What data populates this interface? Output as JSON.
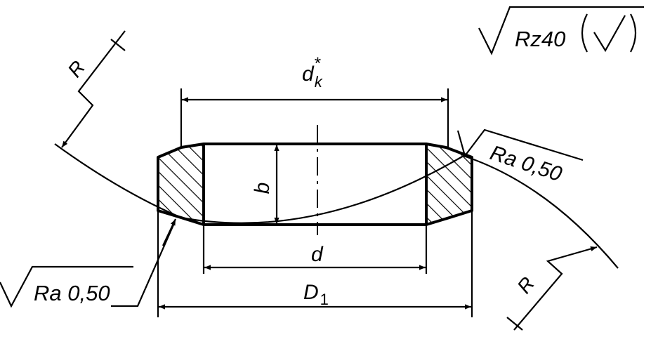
{
  "labels": {
    "dk_base": "d",
    "dk_sub": "k",
    "dk_star": "*",
    "b": "b",
    "d": "d",
    "D1_base": "D",
    "D1_sub": "1",
    "R_top": "R",
    "R_bottom": "R",
    "ra_right": "Ra 0,50",
    "ra_left": "Ra 0,50",
    "rz_top": "Rz40"
  }
}
